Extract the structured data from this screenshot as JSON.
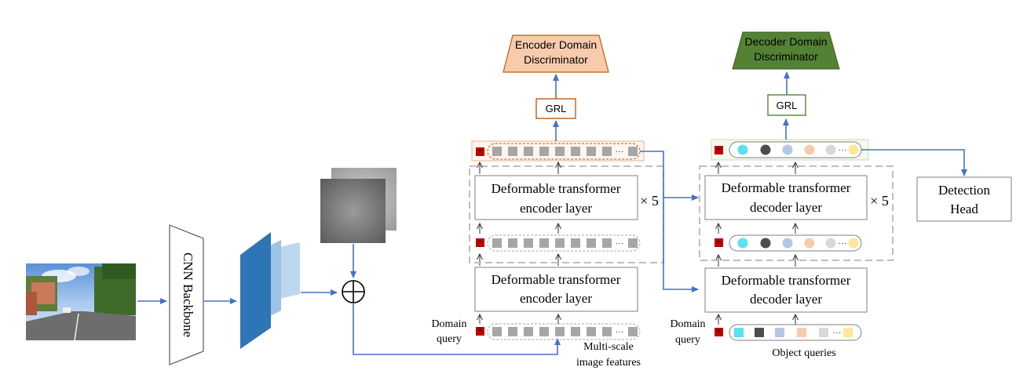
{
  "labels": {
    "cnn_backbone": "CNN Backbone",
    "enc_layer_line1": "Deformable transformer",
    "enc_layer_line2": "encoder layer",
    "dec_layer_line1": "Deformable transformer",
    "dec_layer_line2": "decoder layer",
    "repeat_enc": "× 5",
    "repeat_dec": "× 5",
    "grl_enc": "GRL",
    "grl_dec": "GRL",
    "enc_disc_line1": "Encoder Domain",
    "enc_disc_line2": "Discriminator",
    "dec_disc_line1": "Decoder Domain",
    "dec_disc_line2": "Discriminator",
    "detection_line1": "Detection",
    "detection_line2": "Head",
    "domain_query_enc_1": "Domain",
    "domain_query_enc_2": "query",
    "domain_query_dec_1": "Domain",
    "domain_query_dec_2": "query",
    "multiscale_1": "Multi-scale",
    "multiscale_2": "image features",
    "object_queries": "Object queries",
    "ellipsis": "···",
    "sum_symbol": "⊕"
  },
  "colors": {
    "arrow": "#4472c4",
    "enc_disc_fill": "#f8cbad",
    "dec_disc_fill": "#548235",
    "grl_enc_border": "#c55a11",
    "grl_dec_border": "#548235",
    "domain_token": "#c00000",
    "feature_token": "#a6a6a6",
    "dashed_group": "#bfbfbf",
    "feature_map_dark": "#2e75b6",
    "feature_map_mid": "#9dc3e6",
    "feature_map_light": "#bdd7ee",
    "object_query_colors": [
      "#5ce1f0",
      "#4d4d4d",
      "#b4c7e7",
      "#f8cbad",
      "#d9d9d9",
      "#ffe699"
    ]
  },
  "icons": {
    "input_image": "street-photo-icon",
    "feature_stack": "feature-map-stack-icon",
    "sum": "element-wise-sum-icon"
  }
}
